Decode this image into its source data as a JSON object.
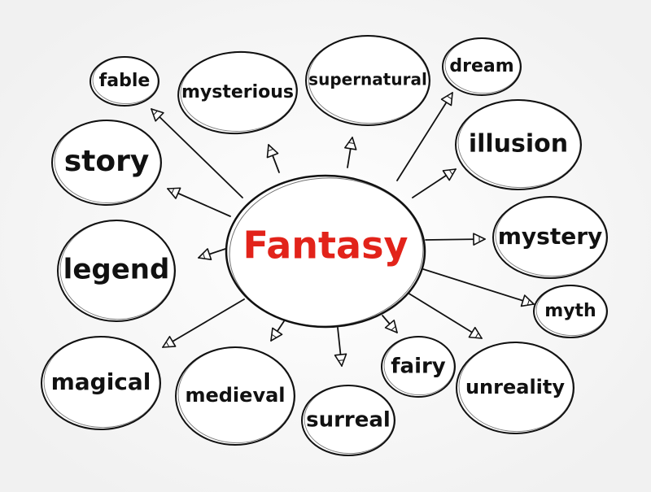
{
  "diagram": {
    "type": "mind-map",
    "center": {
      "label": "Fantasy",
      "color": "#e2231a"
    },
    "nodes": [
      {
        "id": "fable",
        "label": "fable"
      },
      {
        "id": "mysterious",
        "label": "mysterious"
      },
      {
        "id": "supernatural",
        "label": "supernatural"
      },
      {
        "id": "dream",
        "label": "dream"
      },
      {
        "id": "illusion",
        "label": "illusion"
      },
      {
        "id": "mystery",
        "label": "mystery"
      },
      {
        "id": "myth",
        "label": "myth"
      },
      {
        "id": "unreality",
        "label": "unreality"
      },
      {
        "id": "fairy",
        "label": "fairy"
      },
      {
        "id": "surreal",
        "label": "surreal"
      },
      {
        "id": "medieval",
        "label": "medieval"
      },
      {
        "id": "magical",
        "label": "magical"
      },
      {
        "id": "legend",
        "label": "legend"
      },
      {
        "id": "story",
        "label": "story"
      }
    ],
    "colors": {
      "ink": "#111111",
      "accent": "#e2231a",
      "background": "#ffffff"
    }
  }
}
